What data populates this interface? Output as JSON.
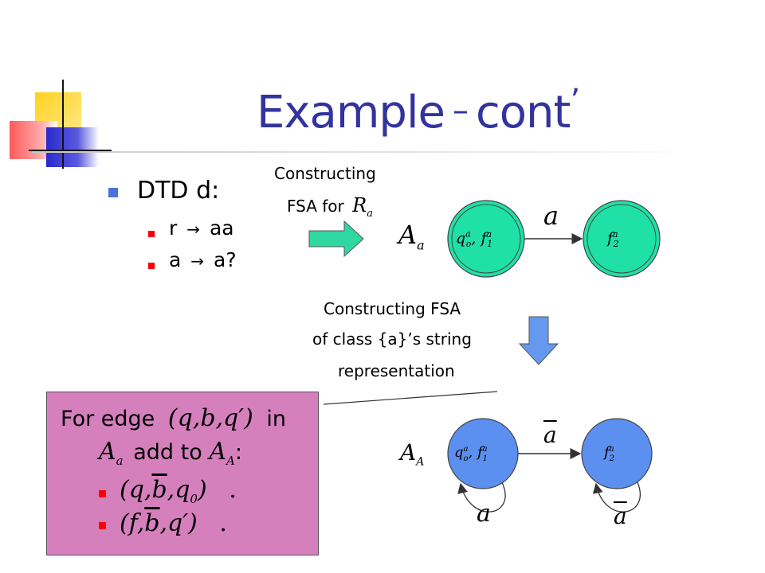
{
  "slide": {
    "title": "Example",
    "title_dash": "–",
    "title_suffix": "cont",
    "title_apostrophe": "’"
  },
  "dtd": {
    "heading": "DTD d:",
    "rules": [
      {
        "lhs": "r",
        "arrow": "→",
        "rhs": "aa"
      },
      {
        "lhs": "a",
        "arrow": "→",
        "rhs": "a?"
      }
    ]
  },
  "step1": {
    "line1": "Constructing",
    "line2": "FSA for",
    "symbol": "R",
    "symbol_sub": "a"
  },
  "step2": {
    "line1": "Constructing FSA",
    "line2": "of class {a}’s string",
    "line3": "representation"
  },
  "automaton_a": {
    "name": "A",
    "name_sub": "a",
    "edge_label": "a",
    "state_start": "q",
    "state_start_sup": "a",
    "state_start_sub": "o",
    "state_start_second": "f",
    "state_start_second_sup": "a",
    "state_start_second_sub": "1",
    "state_final": "f",
    "state_final_sup": "a",
    "state_final_sub": "2"
  },
  "automaton_A": {
    "name": "A",
    "name_sub": "A",
    "edge_label": "a",
    "loop_start_label": "a",
    "loop_final_label": "a"
  },
  "edge_rule": {
    "for_edge": "For edge",
    "edge": "(q,b,q′)",
    "in": "in",
    "add_name": "A",
    "add_name_sub": "a",
    "add_to": "add to",
    "target_name": "A",
    "target_name_sub": "A",
    "colon": ":",
    "items": [
      {
        "tuple_open": "(q,",
        "tuple_b": "b",
        "tuple_close": ",q",
        "tuple_sub": "0",
        "tuple_end": ")",
        "dot": "."
      },
      {
        "tuple_open": "(f,",
        "tuple_b": "b",
        "tuple_close": ",q′)",
        "dot": "."
      }
    ]
  },
  "colors": {
    "title": "#3333a0",
    "state_green": "#1fe0a6",
    "state_blue": "#5b8ff0",
    "green_arrow": "#2fd8a0",
    "blue_arrow": "#6699ee",
    "box": "#d580bd",
    "bullet_blue": "#4a73d8",
    "bullet_red": "#ff0000"
  }
}
